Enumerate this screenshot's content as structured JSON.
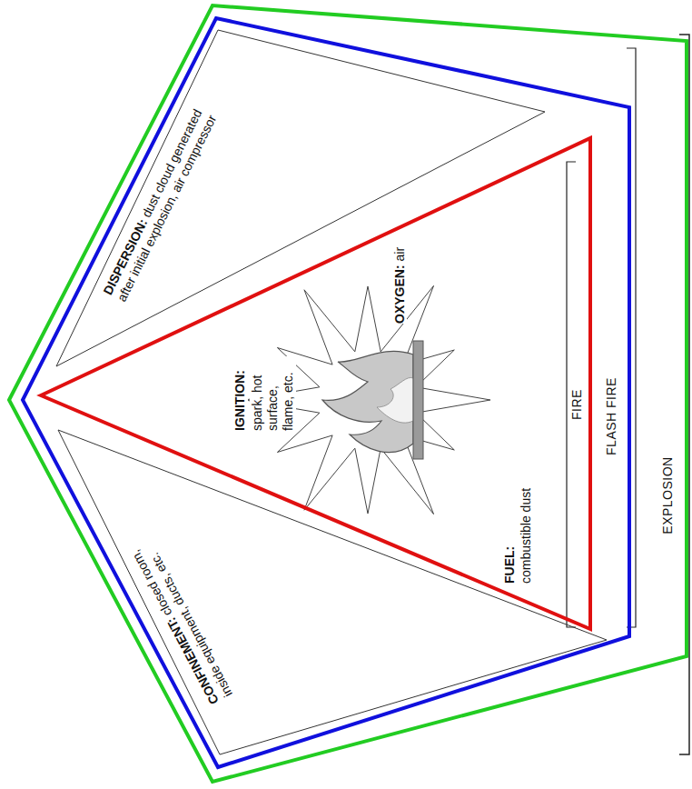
{
  "diagram": {
    "nodes": [
      {
        "text": [
          "EXPLOSION"
        ]
      },
      {
        "text": [
          "FLASH FIRE"
        ],
        "in": 0
      },
      {
        "text": [
          "CONFINEMENT:",
          "closed room, inside equipment, ducts, etc."
        ],
        "in": 1
      },
      {
        "text": [
          "DISPERSION:",
          "dust cloud generated after initial explosion, air compressor"
        ],
        "in": 1
      },
      {
        "text": [
          "IGNITION:",
          "spark, hot surface, flame, etc.",
          "FUEL:",
          "combustible dust",
          "OXYGEN:",
          "air",
          "FIRE"
        ],
        "in": 1
      }
    ]
  }
}
